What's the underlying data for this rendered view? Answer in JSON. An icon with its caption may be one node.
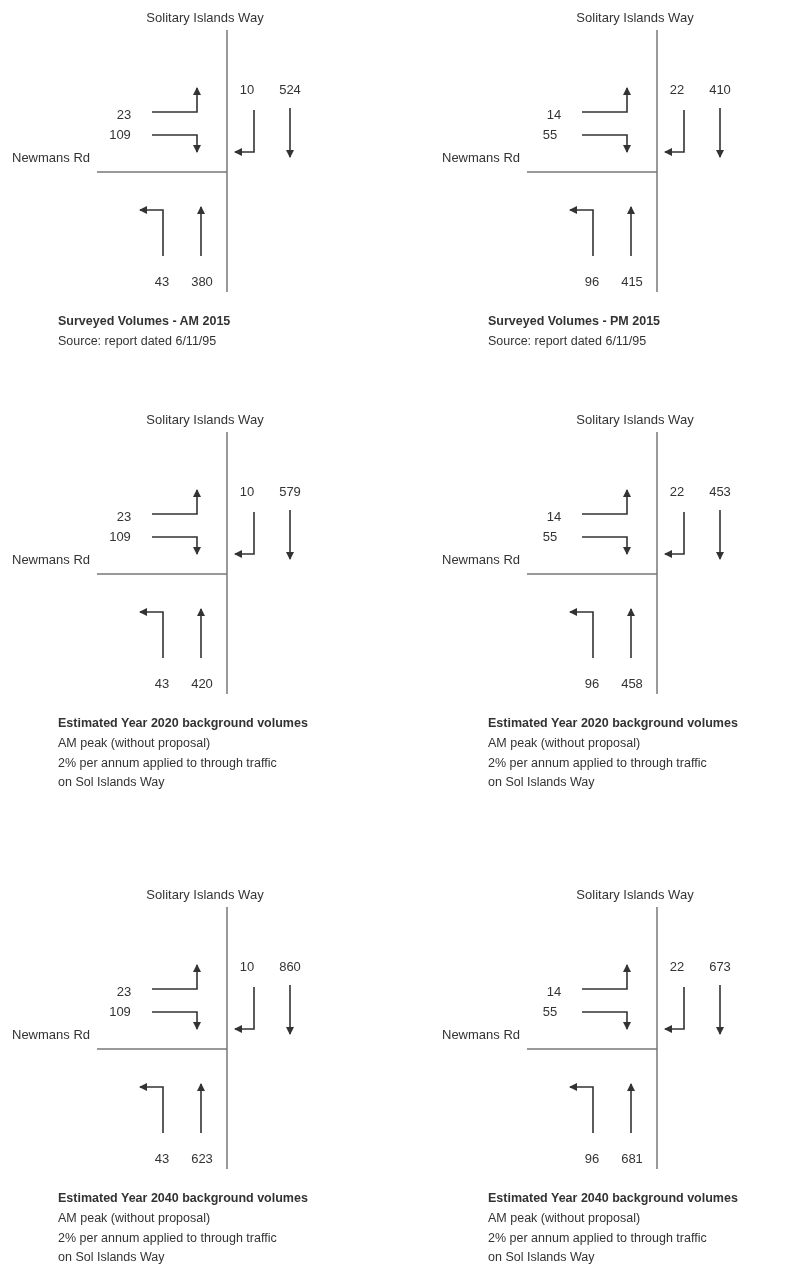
{
  "diagram": {
    "labels": [
      "Solitary Islands Way",
      "10",
      "524",
      "23",
      "109",
      "Newmans Rd",
      "43",
      "380",
      "Surveyed Volumes - AM 2015",
      "Source: report dated 6/11/95",
      "Solitary Islands Way",
      "22",
      "410",
      "14",
      "55",
      "Newmans Rd",
      "96",
      "415",
      "Surveyed Volumes - PM 2015",
      "Source: report dated 6/11/95",
      "Solitary Islands Way",
      "10",
      "579",
      "23",
      "109",
      "Newmans Rd",
      "43",
      "420",
      "Estimated Year 2020 background volumes",
      "AM peak (without proposal)",
      "2% per annum applied to through traffic on Sol Islands Way",
      "Solitary Islands Way",
      "22",
      "453",
      "14",
      "55",
      "Newmans Rd",
      "96",
      "458",
      "Estimated Year 2020 background volumes",
      "AM peak (without proposal)",
      "2% per annum applied to through traffic on Sol Islands Way",
      "Solitary Islands Way",
      "10",
      "860",
      "23",
      "109",
      "Newmans Rd",
      "43",
      "623",
      "Estimated Year 2040 background volumes",
      "AM peak (without proposal)",
      "2% per annum applied to through traffic on Sol Islands Way",
      "Solitary Islands Way",
      "22",
      "673",
      "14",
      "55",
      "Newmans Rd",
      "96",
      "681",
      "Estimated Year 2040 background volumes",
      "AM peak (without proposal)",
      "2% per annum applied to through traffic on Sol Islands Way"
    ]
  }
}
